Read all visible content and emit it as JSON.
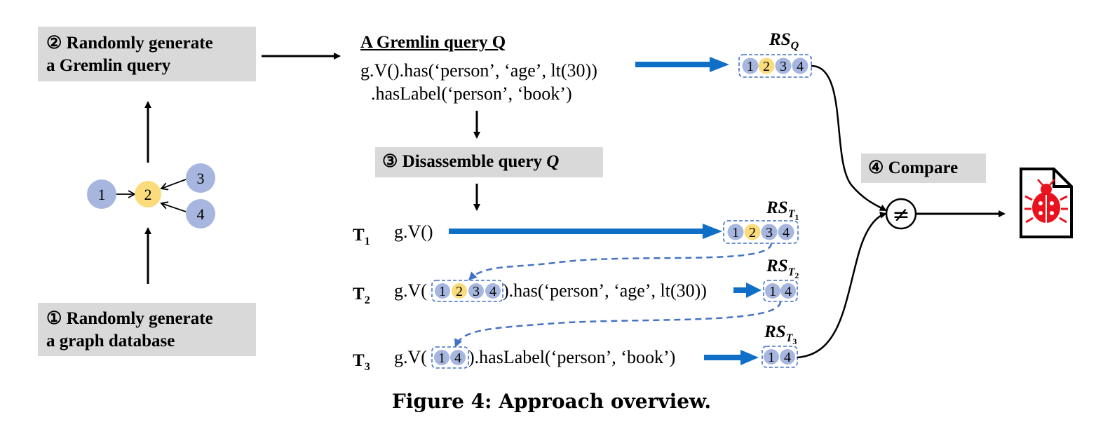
{
  "steps": {
    "step1": {
      "line1": "① Randomly generate",
      "line2": "a graph database"
    },
    "step2": {
      "line1": "② Randomly generate",
      "line2": "a Gremlin query"
    },
    "step3": {
      "label": "③ Disassemble query ",
      "var": "Q"
    },
    "step4": {
      "label": "④ Compare"
    }
  },
  "query": {
    "title": "A Gremlin query Q",
    "line1": "g.V().has(‘person’, ‘age’, lt(30))",
    "line2": ".hasLabel(‘person’, ‘book’)"
  },
  "graph": {
    "nodes": [
      {
        "id": "1",
        "color": "#a6b6de"
      },
      {
        "id": "2",
        "color": "#fbdc7c"
      },
      {
        "id": "3",
        "color": "#a6b6de"
      },
      {
        "id": "4",
        "color": "#a6b6de"
      }
    ]
  },
  "rows": [
    {
      "label": "T",
      "sub": "1",
      "pre": "g.V()",
      "post": ""
    },
    {
      "label": "T",
      "sub": "2",
      "pre": "g.V(",
      "post": ").has(‘person’, ‘age’, lt(30))"
    },
    {
      "label": "T",
      "sub": "3",
      "pre": "g.V(",
      "post": ").hasLabel(‘person’, ‘book’)"
    }
  ],
  "result_sets": {
    "rsq": {
      "label": "RS",
      "sub": "Q"
    },
    "rst1": {
      "label": "RS",
      "sub": "T",
      "subsub": "1"
    },
    "rst2": {
      "label": "RS",
      "sub": "T",
      "subsub": "2"
    },
    "rst3": {
      "label": "RS",
      "sub": "T",
      "subsub": "3"
    }
  },
  "compare_symbol": "≠",
  "caption": "Figure 4: Approach overview.",
  "colors": {
    "blue_arrow": "#0f6fc6",
    "dashed": "#4472c4",
    "node_blue": "#a6b6de",
    "node_yellow": "#fbdc7c",
    "box_gray": "#d9d9d9",
    "bug_red": "#e8131e"
  },
  "icons": [
    "bug-report-icon"
  ]
}
